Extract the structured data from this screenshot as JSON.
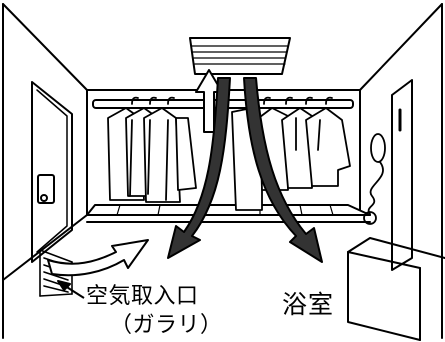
{
  "labels": {
    "air_inlet": "空気取入口",
    "air_inlet_note": "（ガラリ）",
    "bathroom": "浴室"
  },
  "colors": {
    "line": "#000000",
    "background": "#ffffff",
    "arrow_fill": "#333333"
  },
  "icons": {
    "ceiling_unit": "ventilation-dryer-unit-icon",
    "shower": "shower-head-icon",
    "clothes": "hanging-clothes-icon"
  }
}
